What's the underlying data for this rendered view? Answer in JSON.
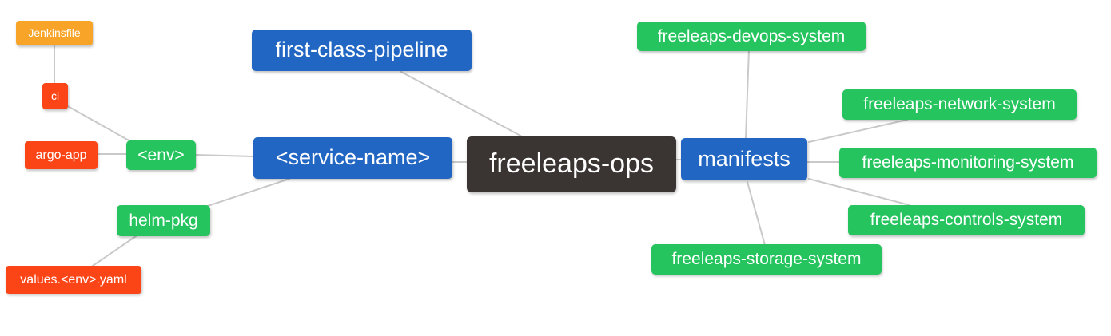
{
  "diagram": {
    "type": "mindmap",
    "root": "freeleaps-ops",
    "background": "#ffffff"
  },
  "palette": {
    "primary_blue": "#2166c2",
    "green": "#25c45e",
    "orange": "#f7a428",
    "red_orange": "#fb4516",
    "dark": "#3a3533",
    "edge_gray": "#c9c9c9",
    "node_text": "#ffffff"
  },
  "nodes": {
    "jenkinsfile": {
      "label": "Jenkinsfile",
      "color": "#f7a428"
    },
    "ci": {
      "label": "ci",
      "color": "#fb4516"
    },
    "argo-app": {
      "label": "argo-app",
      "color": "#fb4516"
    },
    "env": {
      "label": "<env>",
      "color": "#25c45e"
    },
    "first-class-pipeline": {
      "label": "first-class-pipeline",
      "color": "#2166c2"
    },
    "service-name": {
      "label": "<service-name>",
      "color": "#2166c2"
    },
    "freeleaps-ops": {
      "label": "freeleaps-ops",
      "color": "#3a3533"
    },
    "manifests": {
      "label": "manifests",
      "color": "#2166c2"
    },
    "helm-pkg": {
      "label": "helm-pkg",
      "color": "#25c45e"
    },
    "values-env-yaml": {
      "label": "values.<env>.yaml",
      "color": "#fb4516"
    },
    "devops-system": {
      "label": "freeleaps-devops-system",
      "color": "#25c45e"
    },
    "network-system": {
      "label": "freeleaps-network-system",
      "color": "#25c45e"
    },
    "monitoring-system": {
      "label": "freeleaps-monitoring-system",
      "color": "#25c45e"
    },
    "controls-system": {
      "label": "freeleaps-controls-system",
      "color": "#25c45e"
    },
    "storage-system": {
      "label": "freeleaps-storage-system",
      "color": "#25c45e"
    }
  },
  "edges": [
    {
      "from": "jenkinsfile",
      "to": "ci"
    },
    {
      "from": "ci",
      "to": "env"
    },
    {
      "from": "argo-app",
      "to": "env"
    },
    {
      "from": "env",
      "to": "service-name"
    },
    {
      "from": "helm-pkg",
      "to": "service-name"
    },
    {
      "from": "values-env-yaml",
      "to": "helm-pkg"
    },
    {
      "from": "first-class-pipeline",
      "to": "freeleaps-ops"
    },
    {
      "from": "service-name",
      "to": "freeleaps-ops"
    },
    {
      "from": "freeleaps-ops",
      "to": "manifests"
    },
    {
      "from": "manifests",
      "to": "devops-system"
    },
    {
      "from": "manifests",
      "to": "network-system"
    },
    {
      "from": "manifests",
      "to": "monitoring-system"
    },
    {
      "from": "manifests",
      "to": "controls-system"
    },
    {
      "from": "manifests",
      "to": "storage-system"
    }
  ]
}
